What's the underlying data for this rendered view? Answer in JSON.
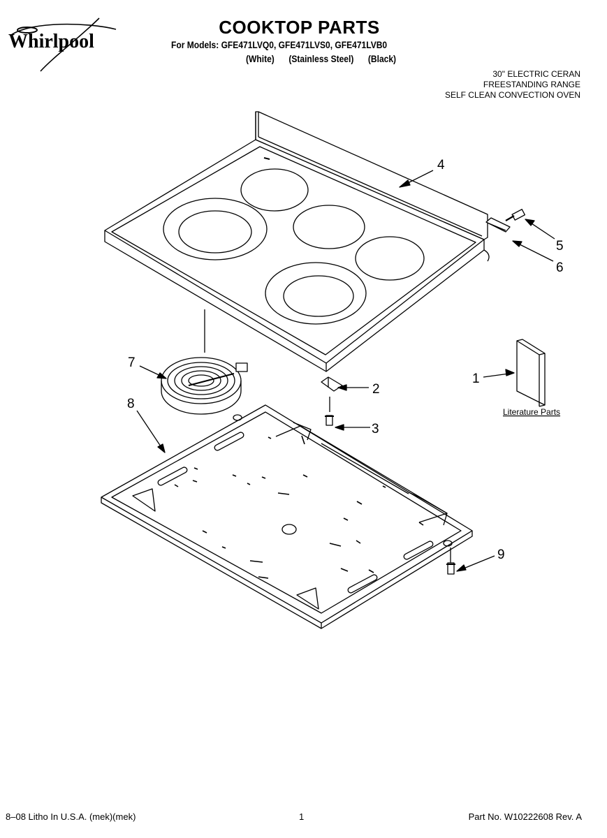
{
  "header": {
    "brand": "Whirlpool",
    "title": "COOKTOP PARTS",
    "models_line": "For Models: GFE471LVQ0, GFE471LVS0, GFE471LVB0",
    "finishes": [
      "(White)",
      "(Stainless Steel)",
      "(Black)"
    ],
    "description": [
      "30\" ELECTRIC CERAN",
      "FREESTANDING RANGE",
      "SELF CLEAN CONVECTION OVEN"
    ]
  },
  "callouts": [
    "4",
    "5",
    "6",
    "7",
    "2",
    "1",
    "8",
    "3",
    "9"
  ],
  "literature_label": "Literature Parts",
  "footer": {
    "left": "8–08 Litho In U.S.A. (mek)(mek)",
    "page": "1",
    "part_no": "Part No. W10222608 Rev. A"
  }
}
